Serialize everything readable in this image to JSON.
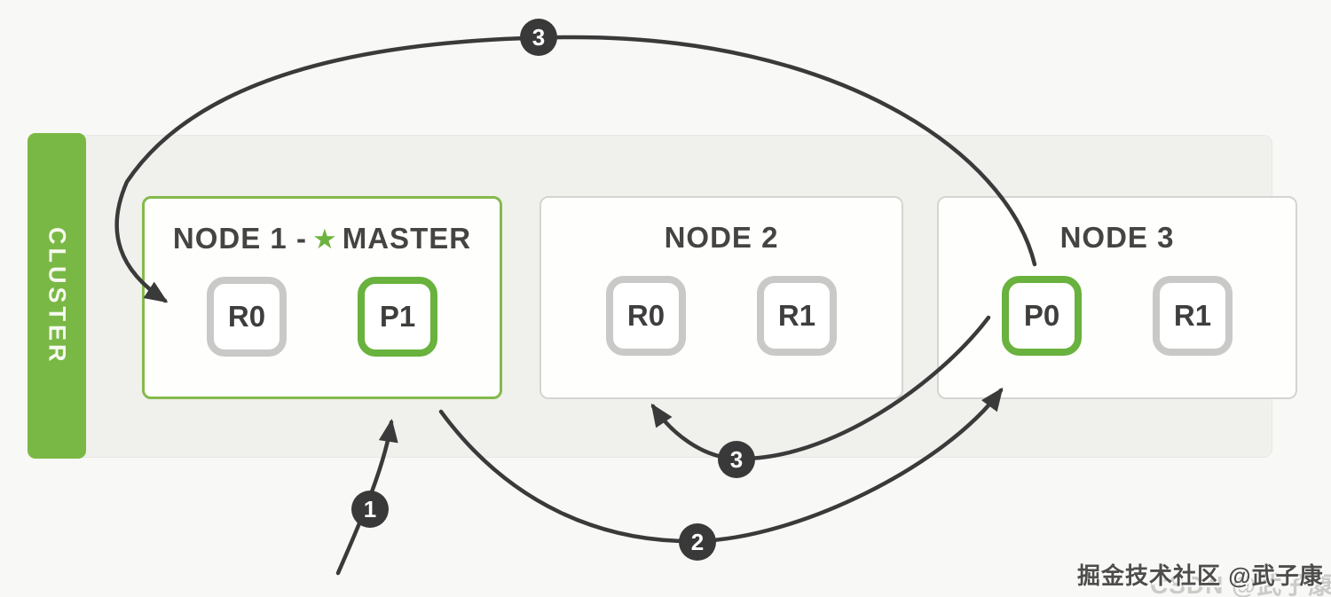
{
  "cluster": {
    "label": "CLUSTER",
    "accent_green": "#7ab845"
  },
  "nodes": [
    {
      "title_prefix": "NODE 1 -",
      "star_icon": "★",
      "title_suffix": "MASTER",
      "shards": [
        {
          "label": "R0",
          "type": "replica"
        },
        {
          "label": "P1",
          "type": "primary"
        }
      ]
    },
    {
      "title": "NODE 2",
      "shards": [
        {
          "label": "R0",
          "type": "replica"
        },
        {
          "label": "R1",
          "type": "replica"
        }
      ]
    },
    {
      "title": "NODE 3",
      "shards": [
        {
          "label": "P0",
          "type": "primary"
        },
        {
          "label": "R1",
          "type": "replica"
        }
      ]
    }
  ],
  "badges": [
    {
      "label": "3",
      "position": "top-arc"
    },
    {
      "label": "1",
      "position": "request-to-node1"
    },
    {
      "label": "2",
      "position": "forward-to-primary"
    },
    {
      "label": "3",
      "position": "replicate-to-node2"
    }
  ],
  "arrow_color": "#3a3a3a",
  "watermark": {
    "primary": "掘金技术社区 @武子康",
    "secondary": "CSDN @武子康"
  }
}
